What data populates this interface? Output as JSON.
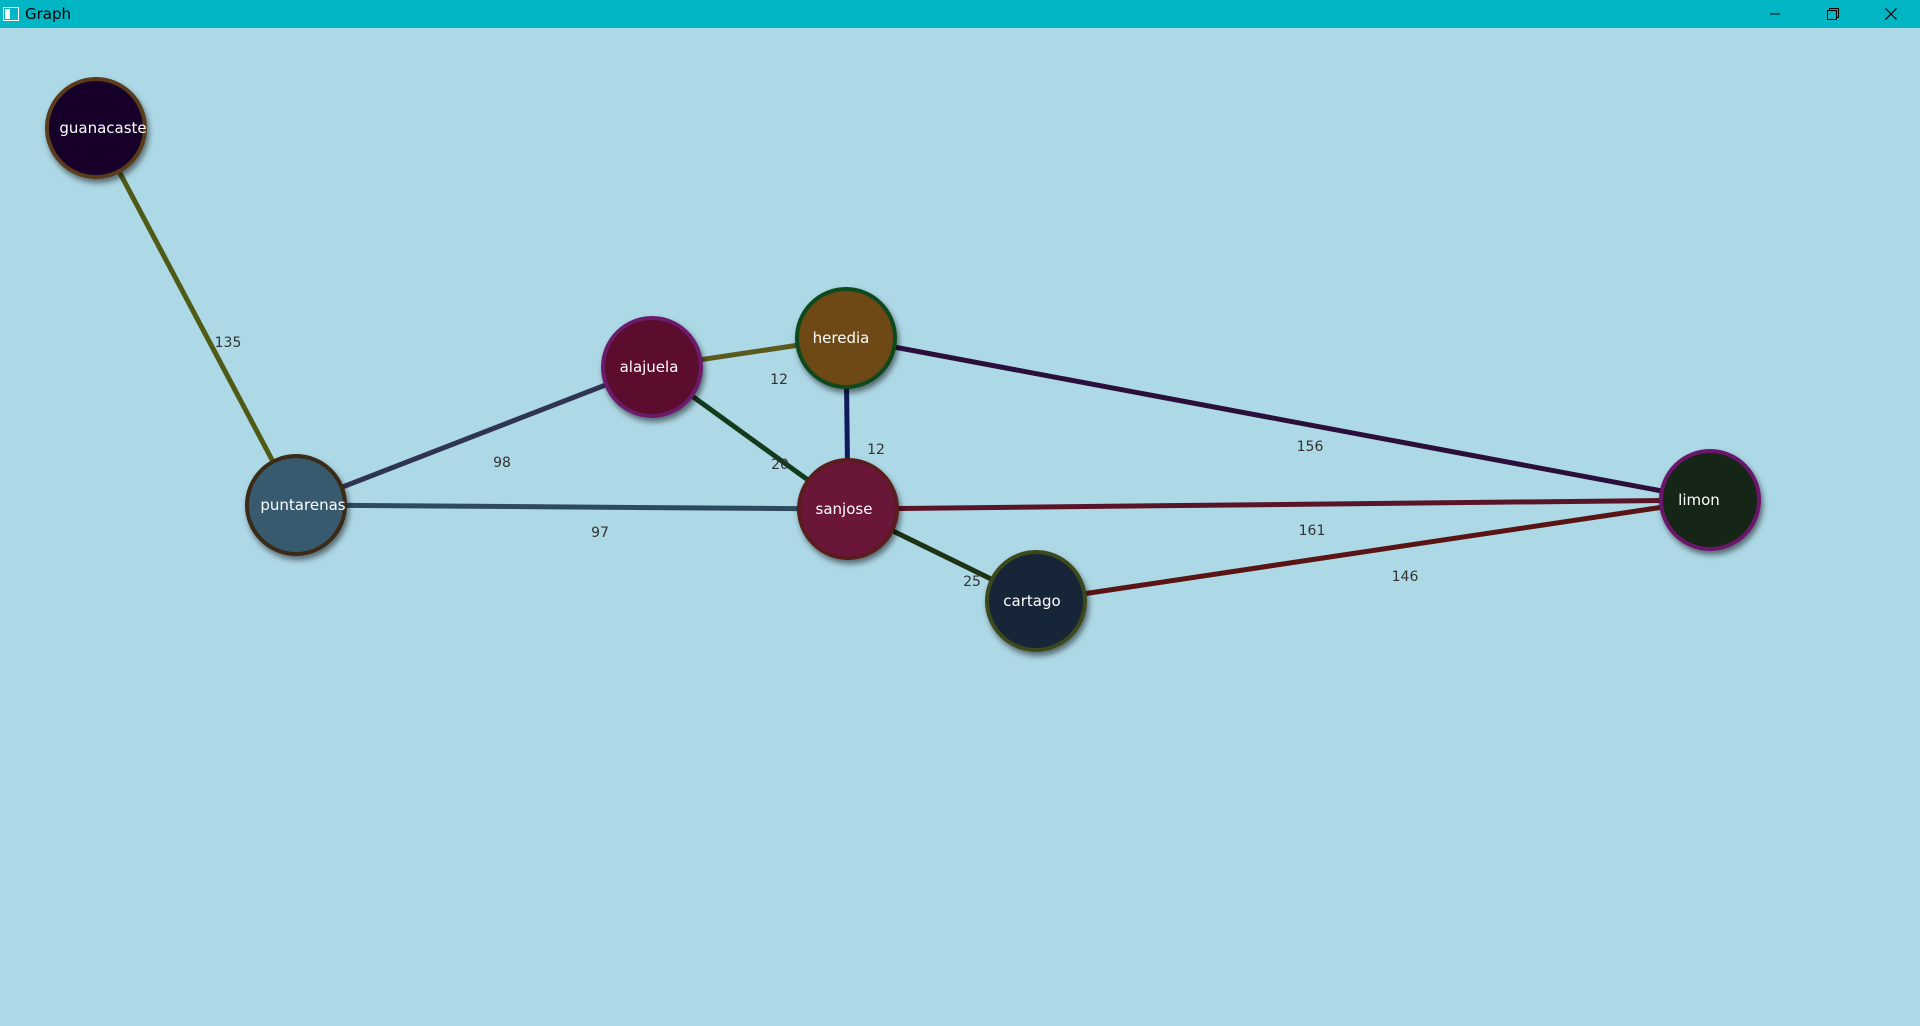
{
  "window": {
    "title": "Graph",
    "controls": {
      "minimize_icon": "minimize-icon",
      "restore_icon": "restore-icon",
      "close_icon": "close-icon"
    }
  },
  "graph": {
    "background": "#add8e6",
    "nodes": [
      {
        "id": "guanacaste",
        "label": "guanacaste",
        "fill": "#14052a",
        "border": "#5a3a1a"
      },
      {
        "id": "puntarenas",
        "label": "puntarenas",
        "fill": "#375a6e",
        "border": "#3a2a14"
      },
      {
        "id": "alajuela",
        "label": "alajuela",
        "fill": "#5c0f2e",
        "border": "#6a1a6a"
      },
      {
        "id": "heredia",
        "label": "heredia",
        "fill": "#6e4914",
        "border": "#0f4a1e"
      },
      {
        "id": "sanjose",
        "label": "sanjose",
        "fill": "#6a1438",
        "border": "#5a1a1a"
      },
      {
        "id": "cartago",
        "label": "cartago",
        "fill": "#142537",
        "border": "#3a4a1a"
      },
      {
        "id": "limon",
        "label": "limon",
        "fill": "#142814",
        "border": "#6a146a"
      }
    ],
    "edges": [
      {
        "from": "guanacaste",
        "to": "puntarenas",
        "weight": "135",
        "color": "#4f5a14"
      },
      {
        "from": "puntarenas",
        "to": "alajuela",
        "weight": "98",
        "color": "#2e3452"
      },
      {
        "from": "puntarenas",
        "to": "sanjose",
        "weight": "97",
        "color": "#2e4a5e"
      },
      {
        "from": "alajuela",
        "to": "heredia",
        "weight": "12",
        "color": "#5a5a1e"
      },
      {
        "from": "alajuela",
        "to": "sanjose",
        "weight": "20",
        "color": "#143a1e"
      },
      {
        "from": "heredia",
        "to": "sanjose",
        "weight": "12",
        "color": "#0f1a5a"
      },
      {
        "from": "heredia",
        "to": "limon",
        "weight": "156",
        "color": "#2a0f3a"
      },
      {
        "from": "sanjose",
        "to": "limon",
        "weight": "161",
        "color": "#5a1428"
      },
      {
        "from": "sanjose",
        "to": "cartago",
        "weight": "25",
        "color": "#1e3214"
      },
      {
        "from": "cartago",
        "to": "limon",
        "weight": "146",
        "color": "#5a1414"
      }
    ]
  }
}
